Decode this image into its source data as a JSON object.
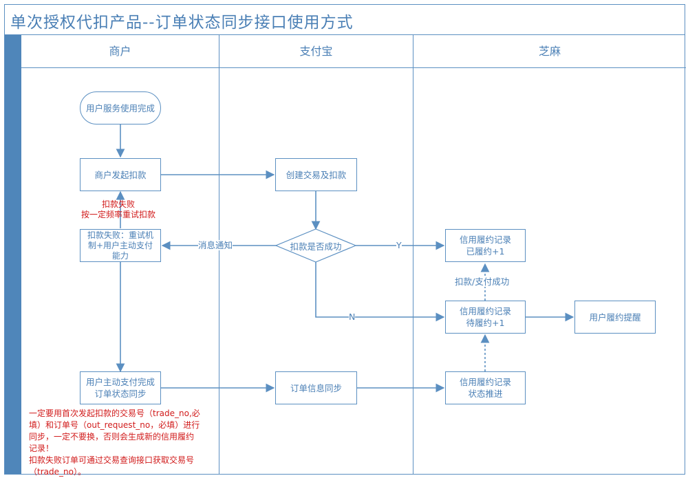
{
  "title": "单次授权代扣产品--订单状态同步接口使用方式",
  "lanes": {
    "merchant": "商户",
    "alipay": "支付宝",
    "zhima": "芝麻"
  },
  "nodes": {
    "start": "用户服务使用完成",
    "merchant_charge": "商户发起扣款",
    "create_trade": "创建交易及扣款",
    "decision": "扣款是否成功",
    "fail_handle": "扣款失败：重试机\n制+用户主动支付\n能力",
    "record_done": "信用履约记录\n已履约+1",
    "record_pending": "信用履约记录\n待履约+1",
    "remind": "用户履约提醒",
    "user_pay_done": "用户主动支付完成\n订单状态同步",
    "order_sync": "订单信息同步",
    "record_advance": "信用履约记录\n状态推进"
  },
  "labels": {
    "msg_notify": "消息通知",
    "yes": "Y",
    "no": "N",
    "pay_success": "扣款/支付成功",
    "retry_1": "扣款失败",
    "retry_2": "按一定频率重试扣款"
  },
  "note": {
    "line1": "一定要用首次发起扣款的交易号（trade_no,必",
    "line2": "填）和订单号（out_request_no，必填）进行",
    "line3": "同步，一定不要换，否则会生成新的信用履约",
    "line4": "记录！",
    "line5": "扣款失败订单可通过交易查询接口获取交易号",
    "line6": "（trade_no）。"
  }
}
